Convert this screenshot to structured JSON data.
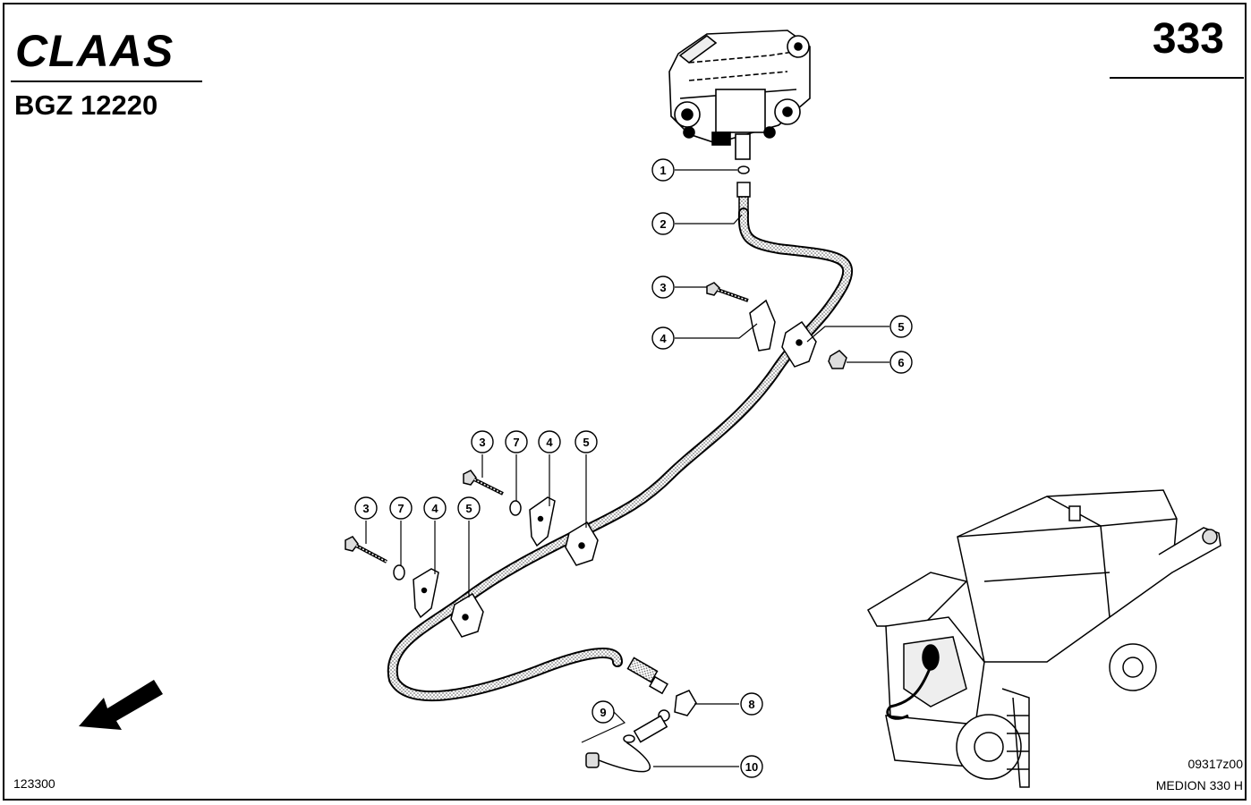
{
  "header": {
    "brand": "CLAAS",
    "document_id": "BGZ 12220",
    "page_number": "333"
  },
  "footer": {
    "left_code": "123300",
    "right_code": "09317z00",
    "model": "MEDION 330 H"
  },
  "callouts": [
    {
      "label": "1"
    },
    {
      "label": "2"
    },
    {
      "label": "3"
    },
    {
      "label": "4"
    },
    {
      "label": "5"
    },
    {
      "label": "6"
    },
    {
      "label": "3"
    },
    {
      "label": "7"
    },
    {
      "label": "4"
    },
    {
      "label": "5"
    },
    {
      "label": "3"
    },
    {
      "label": "7"
    },
    {
      "label": "4"
    },
    {
      "label": "5"
    },
    {
      "label": "9"
    },
    {
      "label": "8"
    },
    {
      "label": "10"
    }
  ]
}
